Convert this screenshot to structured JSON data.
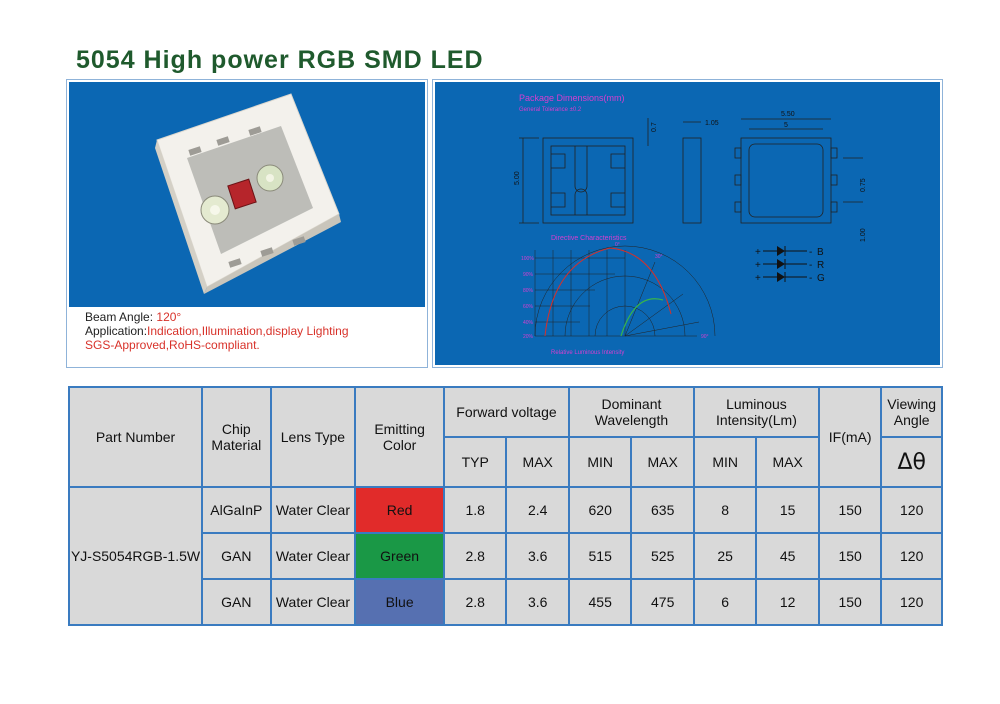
{
  "title": "5054 High power RGB SMD LED",
  "caption": {
    "beam_label": "Beam Angle: ",
    "beam_value": "120°",
    "app_label": "Application:",
    "app_value": "Indication,Illumination,display Lighting",
    "cert": "SGS-Approved,RoHS-compliant."
  },
  "drawing": {
    "heading": "Package Dimensions(mm)",
    "subheading": "General Tolerance ±0.2",
    "dims": {
      "d07": "0.7",
      "d105": "1.05",
      "d550": "5.50",
      "d5": "5",
      "d500": "5.00",
      "d075": "0.75",
      "d100": "1.00"
    },
    "directive_title": "Directive Characteristics",
    "directive_axis": "Relative Luminous Intensity",
    "pins": [
      "B",
      "R",
      "G"
    ],
    "polar_labels": {
      "l100": "100%",
      "l90": "90%",
      "l80": "80%",
      "l60": "60%",
      "l40": "40%",
      "l20": "20%",
      "l0": "0%",
      "a0": "0°",
      "a90": "90°",
      "a30": "30°"
    }
  },
  "colors": {
    "accent": "#1f5a2d",
    "panel_blue": "#0b67b3",
    "table_border": "#3a7bc0",
    "red": "#e12b2a",
    "green": "#1a9846",
    "blue": "#5670b1"
  },
  "table": {
    "headers": {
      "part_number": "Part Number",
      "chip_material": "Chip Material",
      "lens_type": "Lens Type",
      "emitting_color": "Emitting Color",
      "forward_voltage": "Forward voltage",
      "dominant_wavelength": "Dominant Wavelength",
      "luminous_intensity": "Luminous Intensity(Lm)",
      "if": "IF(mA)",
      "viewing_angle": "Viewing Angle",
      "typ": "TYP",
      "max": "MAX",
      "min": "MIN",
      "delta_theta": "Δθ"
    },
    "part_number": "YJ-S5054RGB-1.5W",
    "rows": [
      {
        "chip": "AlGaInP",
        "lens": "Water Clear",
        "color": "Red",
        "vf_typ": "1.8",
        "vf_max": "2.4",
        "wl_min": "620",
        "wl_max": "635",
        "lm_min": "8",
        "lm_max": "15",
        "if": "150",
        "angle": "120"
      },
      {
        "chip": "GAN",
        "lens": "Water Clear",
        "color": "Green",
        "vf_typ": "2.8",
        "vf_max": "3.6",
        "wl_min": "515",
        "wl_max": "525",
        "lm_min": "25",
        "lm_max": "45",
        "if": "150",
        "angle": "120"
      },
      {
        "chip": "GAN",
        "lens": "Water Clear",
        "color": "Blue",
        "vf_typ": "2.8",
        "vf_max": "3.6",
        "wl_min": "455",
        "wl_max": "475",
        "lm_min": "6",
        "lm_max": "12",
        "if": "150",
        "angle": "120"
      }
    ]
  }
}
